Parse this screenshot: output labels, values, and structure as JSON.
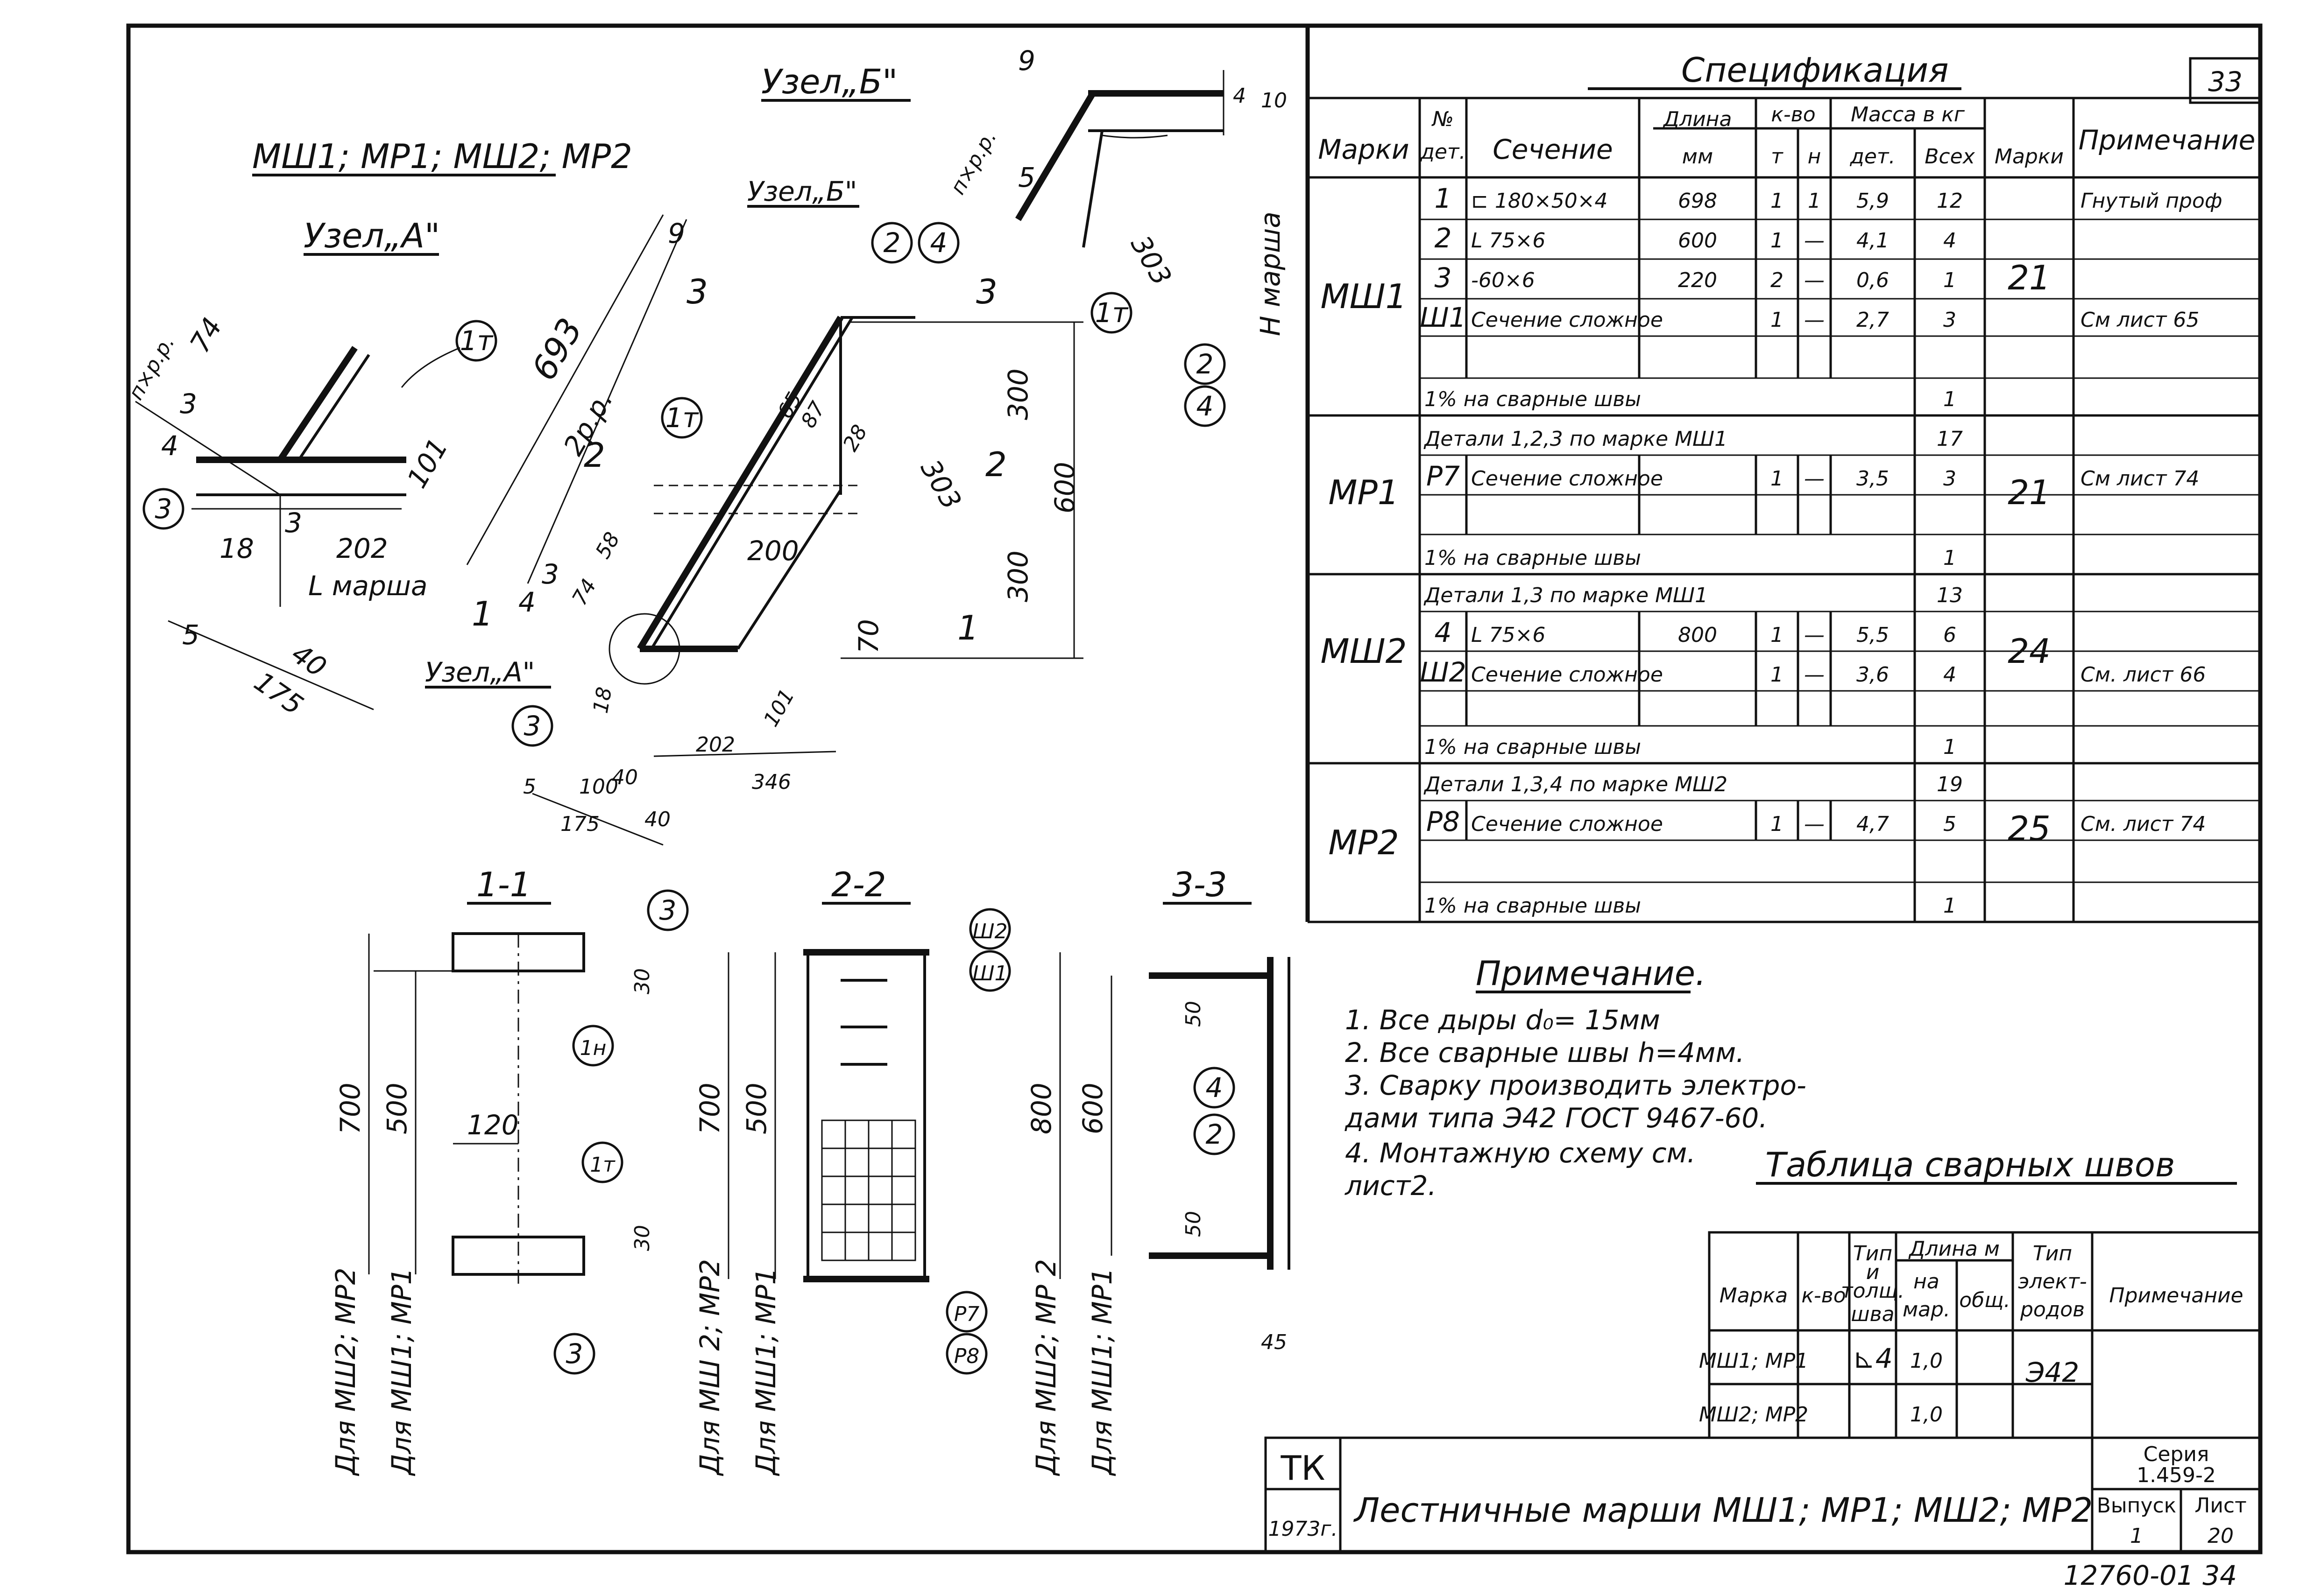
{
  "sheet_number": "33",
  "inventory_number": "12760-01  34",
  "nodes": {
    "set_title": "МШ1; МР1; МШ2; МР2",
    "node_a": "Узел„А\"",
    "node_a_label": "Узел„А\"",
    "node_b": "Узел„Б\"",
    "node_b_small": "Узел„Б\"",
    "dims_a": [
      "п×р.р.",
      "74",
      "3",
      "4",
      "101",
      "3",
      "18",
      "202",
      "L марша",
      "5",
      "40",
      "175"
    ],
    "dims_main": [
      "9",
      "693",
      "2р.р.",
      "3",
      "65",
      "87",
      "28",
      "303",
      "300",
      "600",
      "300",
      "200",
      "70",
      "58",
      "74",
      "4",
      "3",
      "18",
      "202",
      "346",
      "101",
      "40",
      "100",
      "175",
      "40",
      "5",
      "3",
      "2",
      "1"
    ],
    "dims_b": [
      "9",
      "п×р.р.",
      "5",
      "303",
      "4",
      "10",
      "Н марша"
    ],
    "callouts": [
      "1т",
      "2",
      "4",
      "3",
      "1т",
      "1т",
      "2",
      "4",
      "3"
    ]
  },
  "sections": {
    "s11": {
      "title": "1-1",
      "dims": [
        "700",
        "500",
        "120",
        "30",
        "30"
      ],
      "callouts": [
        "3",
        "1н",
        "1т",
        "3"
      ],
      "labels": [
        "Для МШ2; МР2",
        "Для МШ1; МР1"
      ]
    },
    "s22": {
      "title": "2-2",
      "dims": [
        "700",
        "500"
      ],
      "callouts": [
        "Ш2",
        "Ш1",
        "Р7",
        "Р8"
      ],
      "labels": [
        "Для МШ 2; МР2",
        "Для МШ1; МР1"
      ]
    },
    "s33": {
      "title": "3-3",
      "dims": [
        "800",
        "600",
        "50",
        "50",
        "45"
      ],
      "callouts": [
        "4",
        "2"
      ],
      "labels": [
        "Для МШ2; МР 2",
        "Для МШ1; МР1"
      ]
    }
  },
  "spec": {
    "title": "Спецификация",
    "headers": {
      "marki": "Марки",
      "no_det": "№\nдет.",
      "sechenie": "Сечение",
      "dlina": "Длина\nмм",
      "kvo": "к-во",
      "t": "т",
      "n": "н",
      "massa": "Масса  в кг",
      "det": "дет.",
      "vsekh": "Всех",
      "marki2": "Марки",
      "primechanie": "Примечание"
    },
    "groups": [
      {
        "mark": "МШ1",
        "total": "21",
        "rows": [
          {
            "no": "1",
            "sec": "⊏ 180×50×4",
            "len": "698",
            "t": "1",
            "n": "1",
            "det": "5,9",
            "all": "12",
            "note": "Гнутый проф"
          },
          {
            "no": "2",
            "sec": "L 75×6",
            "len": "600",
            "t": "1",
            "n": "—",
            "det": "4,1",
            "all": "4",
            "note": ""
          },
          {
            "no": "3",
            "sec": "-60×6",
            "len": "220",
            "t": "2",
            "n": "—",
            "det": "0,6",
            "all": "1",
            "note": ""
          },
          {
            "no": "Ш1",
            "sec": "Сечение сложное",
            "len": "",
            "t": "1",
            "n": "—",
            "det": "2,7",
            "all": "3",
            "note": "См лист 65"
          }
        ],
        "weld": "1% на сварные швы",
        "weld_all": "1"
      },
      {
        "mark": "МР1",
        "total": "21",
        "details": "Детали 1,2,3 по марке  МШ1",
        "details_all": "17",
        "rows": [
          {
            "no": "Р7",
            "sec": "Сечение сложное",
            "len": "",
            "t": "1",
            "n": "—",
            "det": "3,5",
            "all": "3",
            "note": "См лист 74"
          }
        ],
        "weld": "1% на сварные швы",
        "weld_all": "1"
      },
      {
        "mark": "МШ2",
        "total": "24",
        "details": "Детали 1,3 по марке  МШ1",
        "details_all": "13",
        "rows": [
          {
            "no": "4",
            "sec": "L 75×6",
            "len": "800",
            "t": "1",
            "n": "—",
            "det": "5,5",
            "all": "6",
            "note": ""
          },
          {
            "no": "Ш2",
            "sec": "Сечение сложное",
            "len": "",
            "t": "1",
            "n": "—",
            "det": "3,6",
            "all": "4",
            "note": "См. лист 66"
          }
        ],
        "weld": "1% на сварные швы",
        "weld_all": "1"
      },
      {
        "mark": "МР2",
        "total": "25",
        "details": "Детали 1,3,4 по марке МШ2",
        "details_all": "19",
        "rows": [
          {
            "no": "Р8",
            "sec": "Сечение сложное",
            "len": "",
            "t": "1",
            "n": "—",
            "det": "4,7",
            "all": "5",
            "note": "См. лист 74"
          }
        ],
        "weld": "1% на сварные швы",
        "weld_all": "1"
      }
    ]
  },
  "notes": {
    "title": "Примечание.",
    "items": [
      "1. Все дыры   d₀= 15мм",
      "2. Все сварные швы h=4мм.",
      "3. Сварку производить электро-",
      "    дами типа Э42 ГОСТ 9467-60.",
      "4. Монтажную схему см.",
      "    лист2."
    ]
  },
  "weld_table": {
    "title": "Таблица сварных швов",
    "headers": {
      "marka": "Марка",
      "kvo": "к-во",
      "type": "Тип\nи\nтолщ.\nшва",
      "length": "Длина м",
      "na_mar": "на\nмар.",
      "obsh": "общ.",
      "electrode": "Тип\nэлект-\nродов",
      "note": "Примечание"
    },
    "rows": [
      {
        "marka": "МШ1; МР1",
        "type": "⊾4",
        "na_mar": "1,0",
        "electrode": "Э42"
      },
      {
        "marka": "МШ2; МР2",
        "type": "",
        "na_mar": "1,0",
        "electrode": ""
      }
    ]
  },
  "title_block": {
    "org": "ТК",
    "year": "1973г.",
    "name": "Лестничные марши  МШ1; МР1;  МШ2; МР2",
    "series_label": "Серия",
    "series": "1.459-2",
    "issue_label": "Выпуск",
    "issue": "1",
    "sheet_label": "Лист",
    "sheet": "20"
  }
}
